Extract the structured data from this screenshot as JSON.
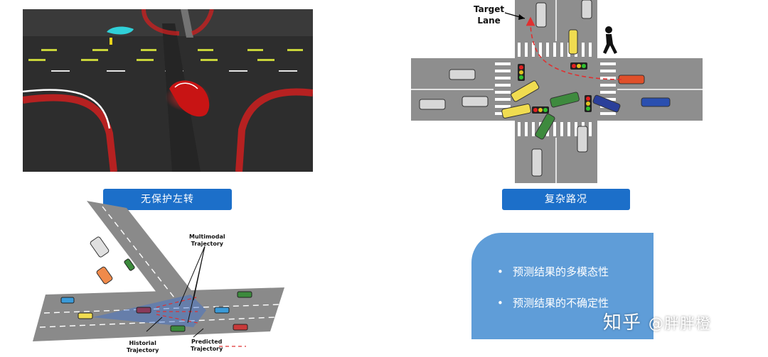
{
  "captions": {
    "left": "无保护左转",
    "right": "复杂路况"
  },
  "intersection": {
    "target_lane": [
      "Target",
      "Lane"
    ]
  },
  "trajectory": {
    "multimodal": [
      "Multimodal",
      "Trajectory"
    ],
    "historial": [
      "Historial",
      "Trajectory"
    ],
    "predicted": [
      "Predicted",
      "Trajectory"
    ]
  },
  "panel": {
    "bullet_symbol": "•",
    "items": [
      "预测结果的多模态性",
      "预测结果的不确定性"
    ]
  },
  "watermark": {
    "brand": "知乎",
    "handle": "@胖胖橙"
  },
  "colors": {
    "badge": "#1c6fc9",
    "panel": "#5f9dd8",
    "road": "#8e8e8e",
    "path_red": "#e03030"
  }
}
